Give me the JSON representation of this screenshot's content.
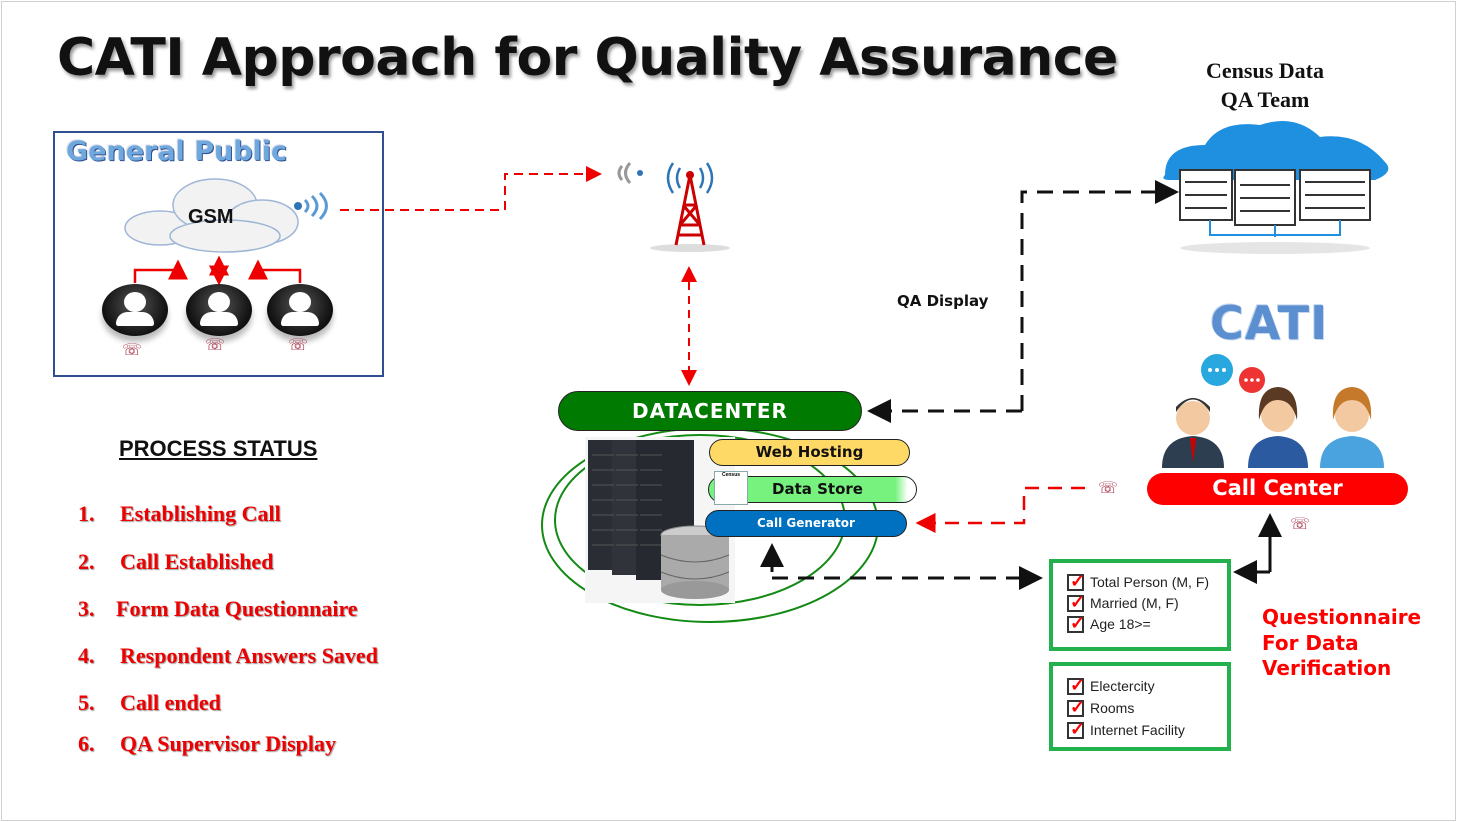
{
  "title": "CATI Approach for Quality Assurance",
  "general_public": {
    "title": "General Public",
    "cloud_label": "GSM"
  },
  "census": {
    "line1": "Census Data",
    "line2": "QA Team"
  },
  "qa_display": "QA Display",
  "cati_label": "CATI",
  "datacenter": {
    "title": "DATACENTER",
    "web_hosting": "Web Hosting",
    "data_store": "Data Store",
    "call_generator": "Call Generator",
    "doc_label": "Census"
  },
  "call_center": "Call Center",
  "process_status": {
    "title": "PROCESS STATUS",
    "items": [
      {
        "num": "1.",
        "label": "Establishing Call"
      },
      {
        "num": "2.",
        "label": "Call Established"
      },
      {
        "num": "3.",
        "label": "Form Data Questionnaire"
      },
      {
        "num": "4.",
        "label": "Respondent Answers Saved"
      },
      {
        "num": "5.",
        "label": "Call ended"
      },
      {
        "num": "6.",
        "label": "QA Supervisor Display"
      }
    ]
  },
  "questionnaire_boxes": [
    {
      "items": [
        "Total Person (M, F)",
        "Married (M, F)",
        "Age 18>="
      ]
    },
    {
      "items": [
        "Electercity",
        "Rooms",
        "Internet Facility"
      ]
    }
  ],
  "questionnaire_caption": {
    "line1": "Questionnaire",
    "line2": "For Data",
    "line3": "Verification"
  },
  "colors": {
    "red": "#ff0000",
    "datacenter_green": "#007a00",
    "web_hosting": "#ffd966",
    "data_store": "#77f27f",
    "call_generator": "#0070c0",
    "box_border": "#22b14c"
  }
}
